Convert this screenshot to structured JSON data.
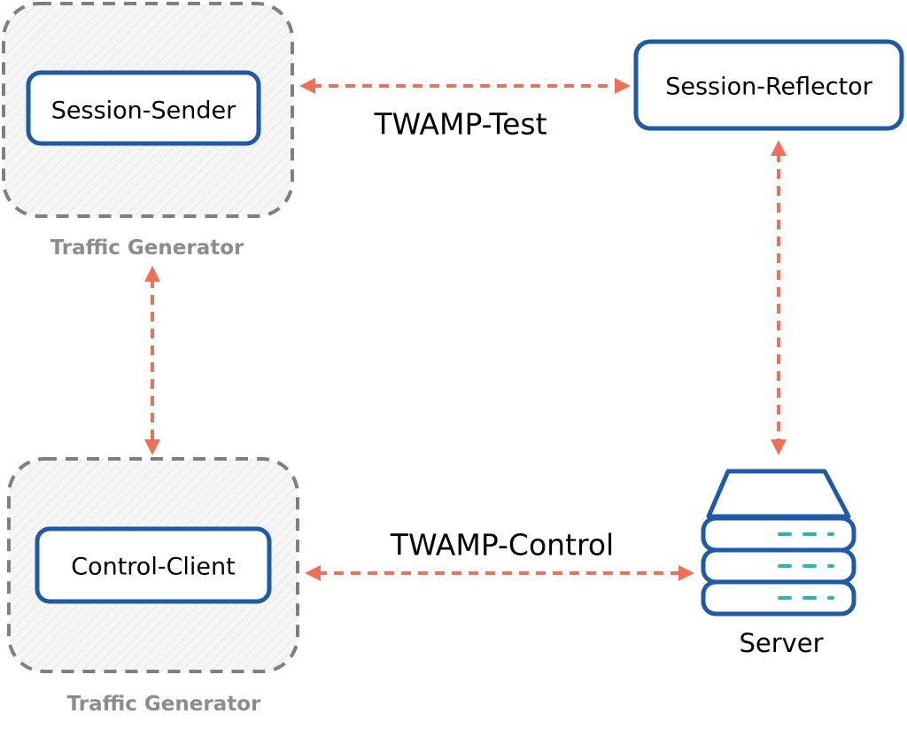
{
  "colors": {
    "node_border": "#1f5aa6",
    "group_border": "#7f7f7f",
    "group_label": "#8c8c8c",
    "link": "#f07057",
    "server_led": "#2cb5b0"
  },
  "groups": [
    {
      "id": "sender-group",
      "label": "Traffic Generator"
    },
    {
      "id": "client-group",
      "label": "Traffic Generator"
    }
  ],
  "nodes": {
    "session_sender": {
      "label": "Session-Sender"
    },
    "session_reflector": {
      "label": "Session-Reflector"
    },
    "control_client": {
      "label": "Control-Client"
    },
    "server": {
      "label": "Server",
      "icon": "server-icon"
    }
  },
  "links": {
    "test": {
      "label": "TWAMP-Test",
      "from": "Session-Sender",
      "to": "Session-Reflector",
      "direction": "bidirectional"
    },
    "control": {
      "label": "TWAMP-Control",
      "from": "Control-Client",
      "to": "Server",
      "direction": "bidirectional"
    },
    "sender_client": {
      "from": "Session-Sender",
      "to": "Control-Client",
      "direction": "bidirectional"
    },
    "reflector_server": {
      "from": "Session-Reflector",
      "to": "Server",
      "direction": "bidirectional"
    }
  }
}
